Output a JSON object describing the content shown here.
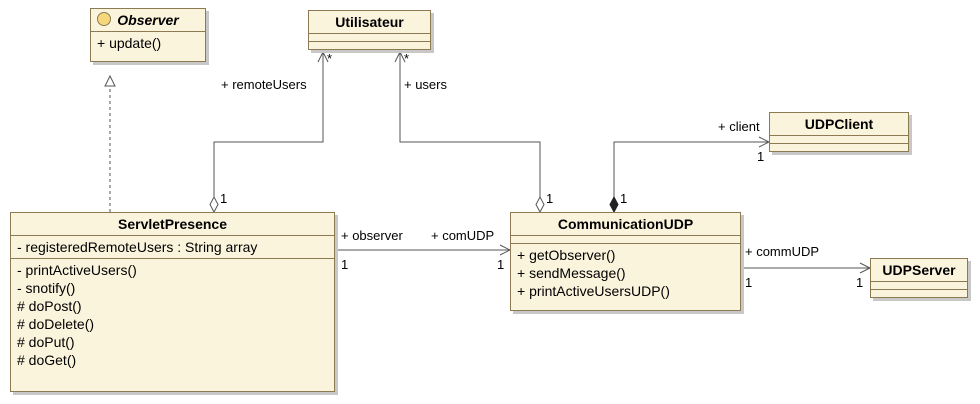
{
  "classes": {
    "observer": {
      "name": "Observer",
      "operations": [
        "+ update()"
      ]
    },
    "utilisateur": {
      "name": "Utilisateur"
    },
    "udpclient": {
      "name": "UDPClient"
    },
    "servlet": {
      "name": "ServletPresence",
      "attributes": [
        "- registeredRemoteUsers : String array"
      ],
      "operations": [
        "- printActiveUsers()",
        "- snotify()",
        "# doPost()",
        "# doDelete()",
        "# doPut()",
        "# doGet()"
      ]
    },
    "comm": {
      "name": "CommunicationUDP",
      "operations": [
        "+ getObserver()",
        "+ sendMessage()",
        "+ printActiveUsersUDP()"
      ]
    },
    "udpserver": {
      "name": "UDPServer"
    }
  },
  "associations": {
    "remote_users": {
      "label": "+ remoteUsers",
      "target_mult": "*",
      "source_mult": "1"
    },
    "users": {
      "label": "+ users",
      "target_mult": "*",
      "source_mult": "1"
    },
    "client": {
      "label": "+ client",
      "target_mult": "1",
      "source_mult": "1"
    },
    "observer": {
      "label": "+ observer",
      "mult": "1"
    },
    "comudp": {
      "label": "+ comUDP",
      "mult": "1"
    },
    "commudp": {
      "label": "+ commUDP",
      "source_mult": "1",
      "target_mult": "1"
    }
  }
}
